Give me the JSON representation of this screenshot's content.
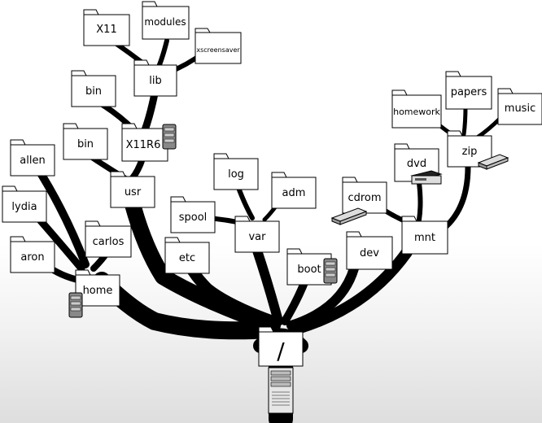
{
  "root": {
    "label": "/"
  },
  "folders": {
    "x11": "X11",
    "modules": "modules",
    "xscreensaver": "xscreensaver",
    "lib": "lib",
    "bin_top": "bin",
    "x11r6": "X11R6",
    "bin_mid": "bin",
    "usr": "usr",
    "allen": "allen",
    "lydia": "lydia",
    "aron": "aron",
    "carlos": "carlos",
    "home": "home",
    "spool": "spool",
    "log": "log",
    "adm": "adm",
    "var": "var",
    "etc": "etc",
    "boot": "boot",
    "cdrom": "cdrom",
    "dev": "dev",
    "dvd": "dvd",
    "mnt": "mnt",
    "homework": "homework",
    "papers": "papers",
    "music": "music",
    "zip": "zip"
  },
  "devices": [
    "server-icon",
    "floppy-drive-icon",
    "dvd-drive-icon",
    "cdrom-drive-icon",
    "zip-drive-icon"
  ],
  "colors": {
    "ink": "#000000",
    "paper": "#ffffff",
    "device-gray": "#888888"
  }
}
